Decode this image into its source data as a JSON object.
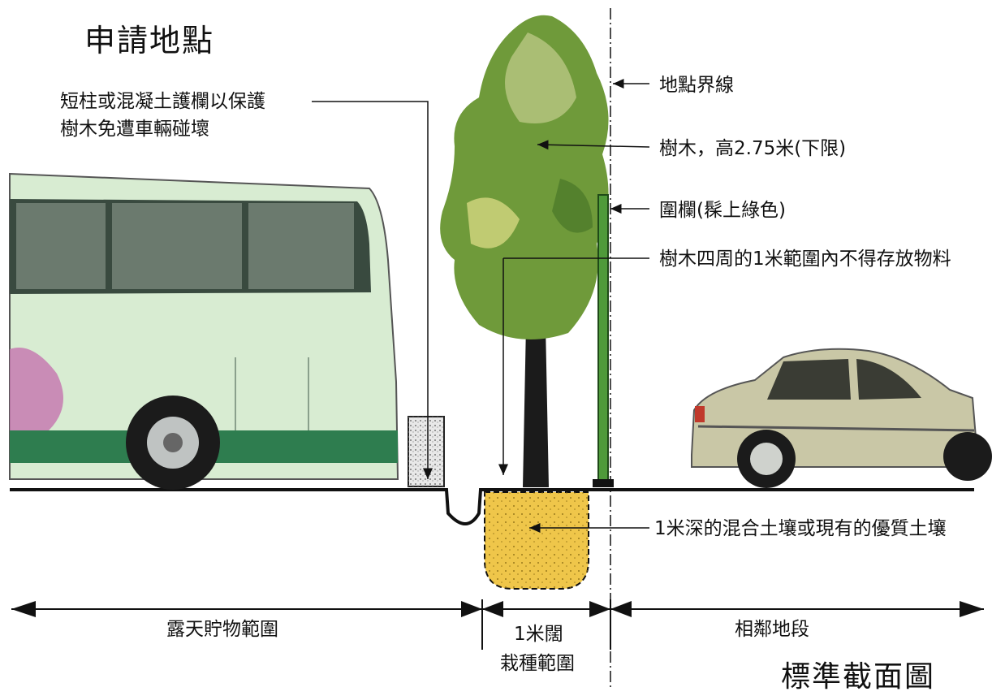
{
  "title": "申請地點",
  "footer_title": "標準截面圖",
  "callouts": {
    "bollard": [
      "短柱或混凝土護欄以保護",
      "樹木免遭車輛碰壞"
    ],
    "site_boundary": "地點界線",
    "tree": "樹木，高2.75米(下限)",
    "fence": "圍欄(髹上綠色)",
    "clear_zone": "樹木四周的1米範圍內不得存放物料",
    "soil": "1米深的混合土壤或現有的優質土壤"
  },
  "dimensions": {
    "left": "露天貯物範圍",
    "middle": [
      "1米闊",
      "栽種範圍"
    ],
    "right": "相鄰地段"
  },
  "colors": {
    "bus_body": "#d8ecd2",
    "bus_stripe": "#2e7d4f",
    "car_body": "#c9c7a6",
    "tree_foliage": "#6f9a3a",
    "tree_trunk": "#1b1b1b",
    "fence": "#4f9a3a",
    "soil": "#efc64a"
  }
}
